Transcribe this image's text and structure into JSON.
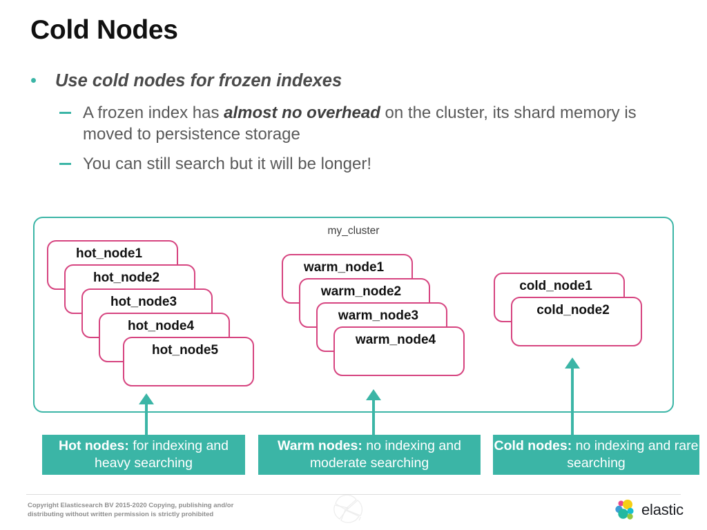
{
  "slide": {
    "title": "Cold Nodes",
    "bullets": [
      {
        "level": 1,
        "text": "Use cold nodes for frozen indexes"
      },
      {
        "level": 2,
        "text_before": "A frozen index has ",
        "text_bold": "almost no overhead",
        "text_after": " on the cluster, its shard memory is moved to persistence storage"
      },
      {
        "level": 2,
        "text_before": "You can still search but it will be longer!",
        "text_bold": "",
        "text_after": ""
      }
    ]
  },
  "diagram": {
    "cluster_label": "my_cluster",
    "groups": [
      {
        "id": "hot",
        "nodes": [
          "hot_node1",
          "hot_node2",
          "hot_node3",
          "hot_node4",
          "hot_node5"
        ]
      },
      {
        "id": "warm",
        "nodes": [
          "warm_node1",
          "warm_node2",
          "warm_node3",
          "warm_node4"
        ]
      },
      {
        "id": "cold",
        "nodes": [
          "cold_node1",
          "cold_node2"
        ]
      }
    ]
  },
  "banners": [
    {
      "id": "hot",
      "bold": "Hot nodes:",
      "rest": " for indexing and heavy searching"
    },
    {
      "id": "warm",
      "bold": "Warm nodes:",
      "rest": " no indexing and moderate searching"
    },
    {
      "id": "cold",
      "bold": "Cold nodes:",
      "rest": " no indexing and rare searching"
    }
  ],
  "footer": {
    "copyright_line1": "Copyright Elasticsearch BV 2015-2020 Copying, publishing and/or",
    "copyright_line2": "distributing without written permission is strictly prohibited",
    "logo_text": "elastic"
  },
  "colors": {
    "accent_teal": "#3bb5a6",
    "node_pink": "#d6437f",
    "title_black": "#101010",
    "body_gray": "#595959"
  }
}
